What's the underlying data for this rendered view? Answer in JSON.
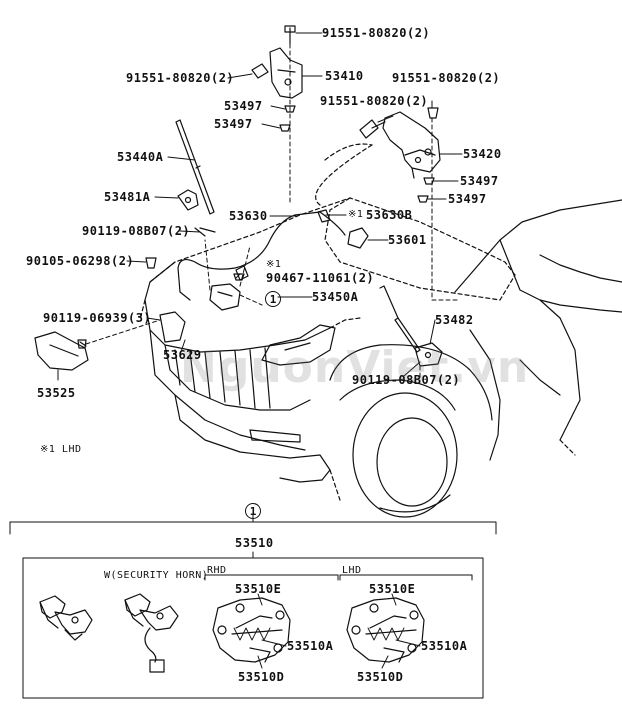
{
  "labels": {
    "p91551_top": "91551-80820(2)",
    "p53410": "53410",
    "p91551_left": "91551-80820(2)",
    "p91551_right": "91551-80820(2)",
    "p91551_mid": "91551-80820(2)",
    "p53497_a": "53497",
    "p53497_b": "53497",
    "p53440a": "53440A",
    "p53420": "53420",
    "p53497_c": "53497",
    "p53497_d": "53497",
    "p53481a": "53481A",
    "p53630": "53630",
    "p53630b": "53630B",
    "p90119_a": "90119-08B07(2)",
    "p53601": "53601",
    "p90105": "90105-06298(2)",
    "p90467": "90467-11061(2)",
    "p53450a": "53450A",
    "p90119_b": "90119-06939(3)",
    "p53482": "53482",
    "p53629": "53629",
    "p90119_c": "90119-08B07(2)",
    "p53525": "53525",
    "p53510": "53510",
    "w_security": "W(SECURITY HORN)",
    "rhd": "RHD",
    "lhd": "LHD",
    "p53510e_rhd": "53510E",
    "p53510e_lhd": "53510E",
    "p53510a_rhd": "53510A",
    "p53510a_lhd": "53510A",
    "p53510d_rhd": "53510D",
    "p53510d_lhd": "53510D"
  },
  "notes": {
    "lhd_note": "※1 LHD",
    "mark_53630b": "※1",
    "mark_90467": "※1"
  },
  "callout": {
    "symbol": "1"
  },
  "watermark": "NguonViet.vn"
}
